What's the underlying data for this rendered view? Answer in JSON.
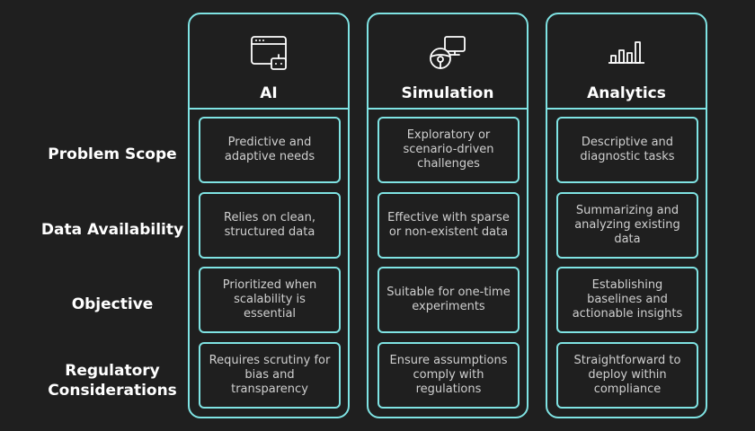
{
  "rows": [
    {
      "label": "Problem Scope"
    },
    {
      "label": "Data Availability"
    },
    {
      "label": "Objective"
    },
    {
      "label": "Regulatory Considerations"
    }
  ],
  "columns": [
    {
      "title": "AI",
      "icon": "browser-robot-icon",
      "cells": [
        "Predictive and adaptive needs",
        "Relies on clean, structured data",
        "Prioritized when scalability is essential",
        "Requires scrutiny for bias and transparency"
      ]
    },
    {
      "title": "Simulation",
      "icon": "steering-wheel-monitor-icon",
      "cells": [
        "Exploratory or scenario-driven challenges",
        "Effective with sparse or non-existent data",
        "Suitable for one-time experiments",
        "Ensure assumptions comply with regulations"
      ]
    },
    {
      "title": "Analytics",
      "icon": "bar-chart-icon",
      "cells": [
        "Descriptive and diagnostic tasks",
        "Summarizing and analyzing existing data",
        "Establishing baselines and actionable insights",
        "Straightforward to deploy within compliance"
      ]
    }
  ],
  "colors": {
    "background": "#1f1f1f",
    "accent": "#7fe3e3",
    "cell_text": "#cfcfcf",
    "heading_text": "#ffffff"
  }
}
